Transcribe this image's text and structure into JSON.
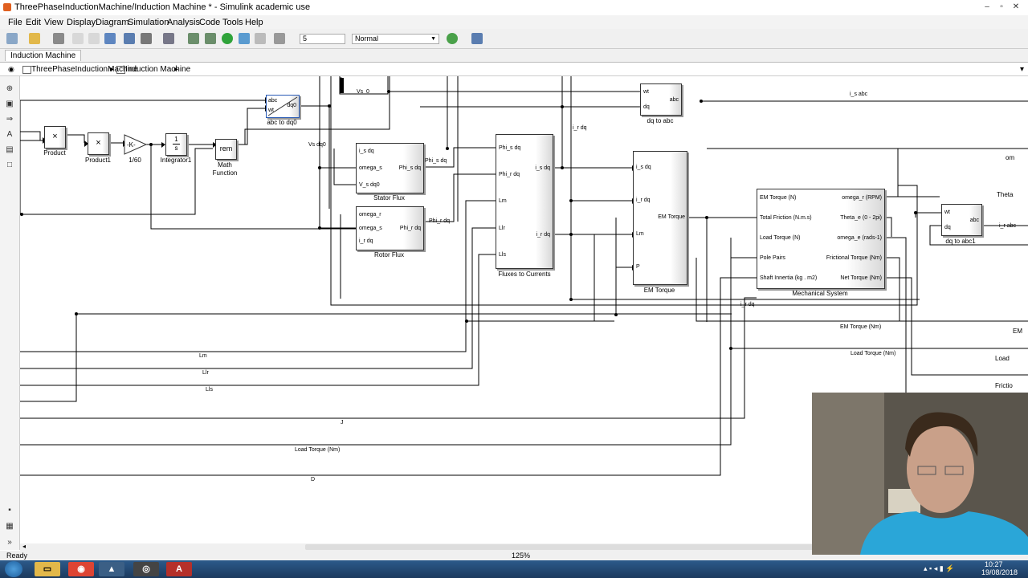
{
  "window": {
    "title": "ThreePhaseInductionMachine/Induction Machine * - Simulink academic use",
    "minimize": "–",
    "restore": "▫",
    "close": "✕"
  },
  "menu": [
    "File",
    "Edit",
    "View",
    "Display",
    "Diagram",
    "Simulation",
    "Analysis",
    "Code",
    "Tools",
    "Help"
  ],
  "toolbar": {
    "stop_time": "5",
    "sim_mode": "Normal"
  },
  "tab": "Induction Machine",
  "breadcrumb": [
    "ThreePhaseInductionMachine",
    "Induction Machine"
  ],
  "blocks": {
    "product": {
      "symbol": "×",
      "label": "Product"
    },
    "product1": {
      "symbol": "×",
      "label": "Product1"
    },
    "gain": {
      "symbol": "-K-",
      "label": "1/60"
    },
    "integrator1": {
      "num": "1",
      "den": "s",
      "label": "Integrator1"
    },
    "math_function": {
      "symbol": "rem",
      "label": "Math Function"
    },
    "abc_to_dq0": {
      "in1": "abc",
      "in2": "wt",
      "out": "dq0",
      "label": "abc to dq0"
    },
    "dq_to_abc": {
      "in1": "wt",
      "in2": "dq",
      "out": "abc",
      "label": "dq to abc"
    },
    "stator_flux": {
      "in": [
        "i_s dq",
        "omega_s",
        "V_s dq0"
      ],
      "out": "Phi_s dq",
      "label": "Stator Flux"
    },
    "rotor_flux": {
      "in": [
        "omega_r",
        "omega_s",
        "i_r dq"
      ],
      "out": "Phi_r dq",
      "label": "Rotor Flux"
    },
    "fluxes_to_currents": {
      "in": [
        "Phi_s dq",
        "Phi_r dq",
        "Lm",
        "Llr",
        "Lls"
      ],
      "out": [
        "i_s dq",
        "i_r dq"
      ],
      "label": "Fluxes to Currents"
    },
    "em_torque": {
      "in": [
        "i_s dq",
        "i_r dq",
        "Lm",
        "P"
      ],
      "out": "EM Torque",
      "label": "EM Torque"
    },
    "mechanical_system": {
      "in": [
        "EM Torque (N)",
        "Total Friction (N.m.s)",
        "Load Torque (N)",
        "Pole Pairs",
        "Shaft Innertia (kg . m2)"
      ],
      "out": [
        "omega_r (RPM)",
        "Theta_e (0 - 2pi)",
        "omega_e (rads-1)",
        "Frictional Torque (Nm)",
        "Net Torque (Nm)"
      ],
      "label": "Mechanical System"
    },
    "dq_to_abc1": {
      "in1": "wt",
      "in2": "dq",
      "out": "abc",
      "label": "dq to abc1"
    }
  },
  "signals": {
    "vs0": "Vs_0",
    "vs_dq0": "Vs dq0",
    "phi_s_dq": "Phi_s dq",
    "phi_r_dq": "Phi_r dq",
    "i_s_abc": "i_s abc",
    "i_r_dq_top": "i_r dq",
    "i_r_dq_bottom": "i_r dq",
    "i_r_abc": "i_r abc",
    "em_torque_nm": "EM Torque (Nm)",
    "load_torque_nm_right": "Load Torque (Nm)",
    "lm": "Lm",
    "llr": "Llr",
    "lls": "Lls",
    "j": "J",
    "load_torque_nm_bottom": "Load Torque (Nm)",
    "d": "D",
    "edge_om": "om",
    "edge_theta": "Theta",
    "edge_em": "EM",
    "edge_load": "Load",
    "edge_friction": "Frictio"
  },
  "status": {
    "left": "Ready",
    "zoom": "125%"
  },
  "taskbar": {
    "time": "10:27",
    "date": "19/08/2018"
  },
  "colors": {
    "title_bar": "#ffffff",
    "taskbar": "#1c3a5e",
    "block_fill": "#ffffff",
    "line": "#000000",
    "webcam_shirt": "#2aa6d8"
  }
}
